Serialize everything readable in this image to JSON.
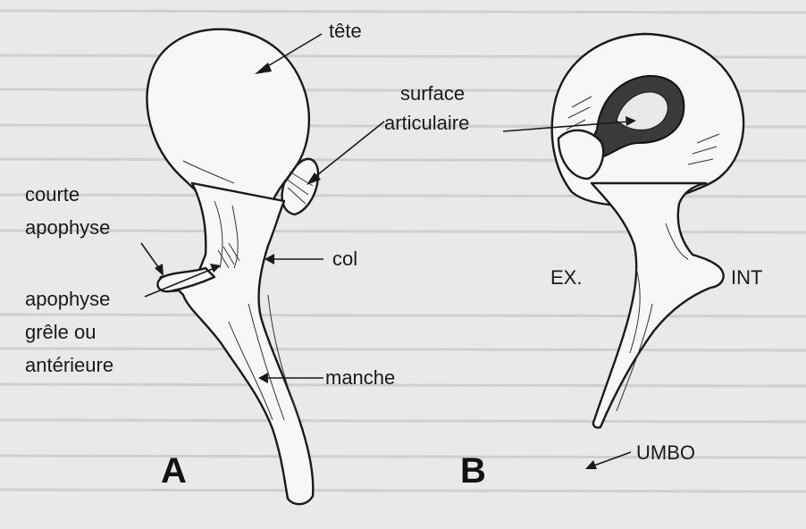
{
  "figure_a": {
    "panel_letter": "A",
    "labels": {
      "tete": "tête",
      "courte_apophyse": [
        "courte",
        "apophyse"
      ],
      "apophyse_grele": [
        "apophyse",
        "grêle ou",
        "antérieure"
      ],
      "col": "col",
      "manche": "manche"
    }
  },
  "figure_b": {
    "panel_letter": "B",
    "labels": {
      "surface_articulaire": [
        "surface",
        "articulaire"
      ],
      "ex": "EX.",
      "int": "INT",
      "umbo": "UMBO"
    }
  }
}
